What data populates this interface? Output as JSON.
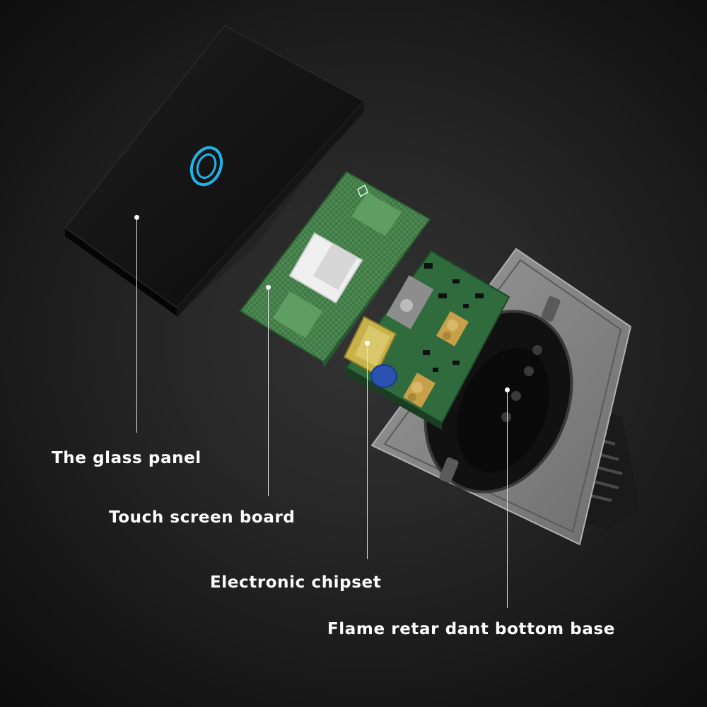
{
  "labels": {
    "glass_panel": "The glass panel",
    "touch_board": "Touch screen board",
    "chipset": "Electronic chipset",
    "base": "Flame retar dant bottom base"
  },
  "colors": {
    "background": "#1c1c1c",
    "panel": "#0e0e0e",
    "touch_indicator": "#1fb3e8",
    "pcb_green": "#3f7a45",
    "frame_grey": "#8a8a8a",
    "label_text": "#ffffff"
  }
}
